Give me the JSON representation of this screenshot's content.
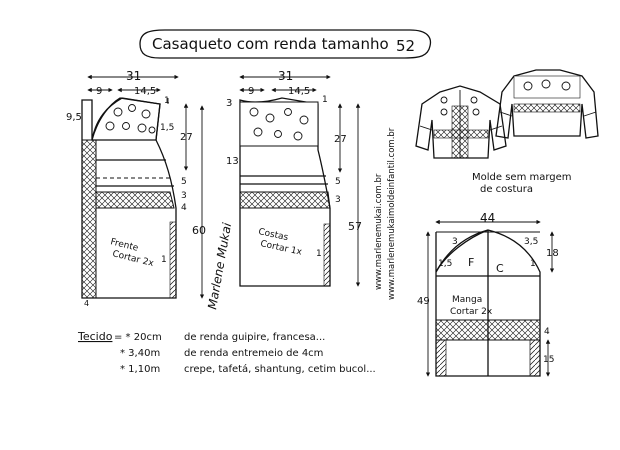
{
  "title": "Casaqueto com renda tamanho",
  "size": "52",
  "front": {
    "width": "31",
    "neck": "9",
    "yoke": "14,5",
    "drop": "9,5",
    "armhole": "27",
    "dart1": "1,5",
    "shoulder": "1",
    "band1": "5",
    "band2": "3",
    "band3": "4",
    "length": "60",
    "side": "1",
    "hem": "4",
    "label1": "Frente",
    "label2": "Cortar 2x"
  },
  "back": {
    "width": "31",
    "neck": "9",
    "yoke": "14,5",
    "drop": "3",
    "armhole": "27",
    "mid": "13",
    "shoulder": "1",
    "band1": "5",
    "band2": "3",
    "length": "57",
    "side": "1",
    "label1": "Costas",
    "label2": "Cortar 1x"
  },
  "signature": "Marlene Mukai",
  "watermark1": "www.marlenemukai.com.br",
  "watermark2": "www.marlenemukaimoldeinfantil.com.br",
  "note": {
    "line1": "Molde sem margem",
    "line2": "de costura"
  },
  "sleeve": {
    "width": "44",
    "left_top": "3",
    "right_top": "3,5",
    "left_cap": "1,5",
    "right_cap": "1",
    "cap_height": "18",
    "length": "49",
    "band": "4",
    "cuff": "15",
    "f": "F",
    "c": "C",
    "label1": "Manga",
    "label2": "Cortar 2x"
  },
  "fabric": {
    "label": "Tecido",
    "items": [
      {
        "qty": "= * 20cm",
        "desc": "de renda guipire, francesa..."
      },
      {
        "qty": "* 3,40m",
        "desc": "de renda entremeio de 4cm"
      },
      {
        "qty": "* 1,10m",
        "desc": "crepe, tafetá, shantung, cetim bucol..."
      }
    ]
  }
}
